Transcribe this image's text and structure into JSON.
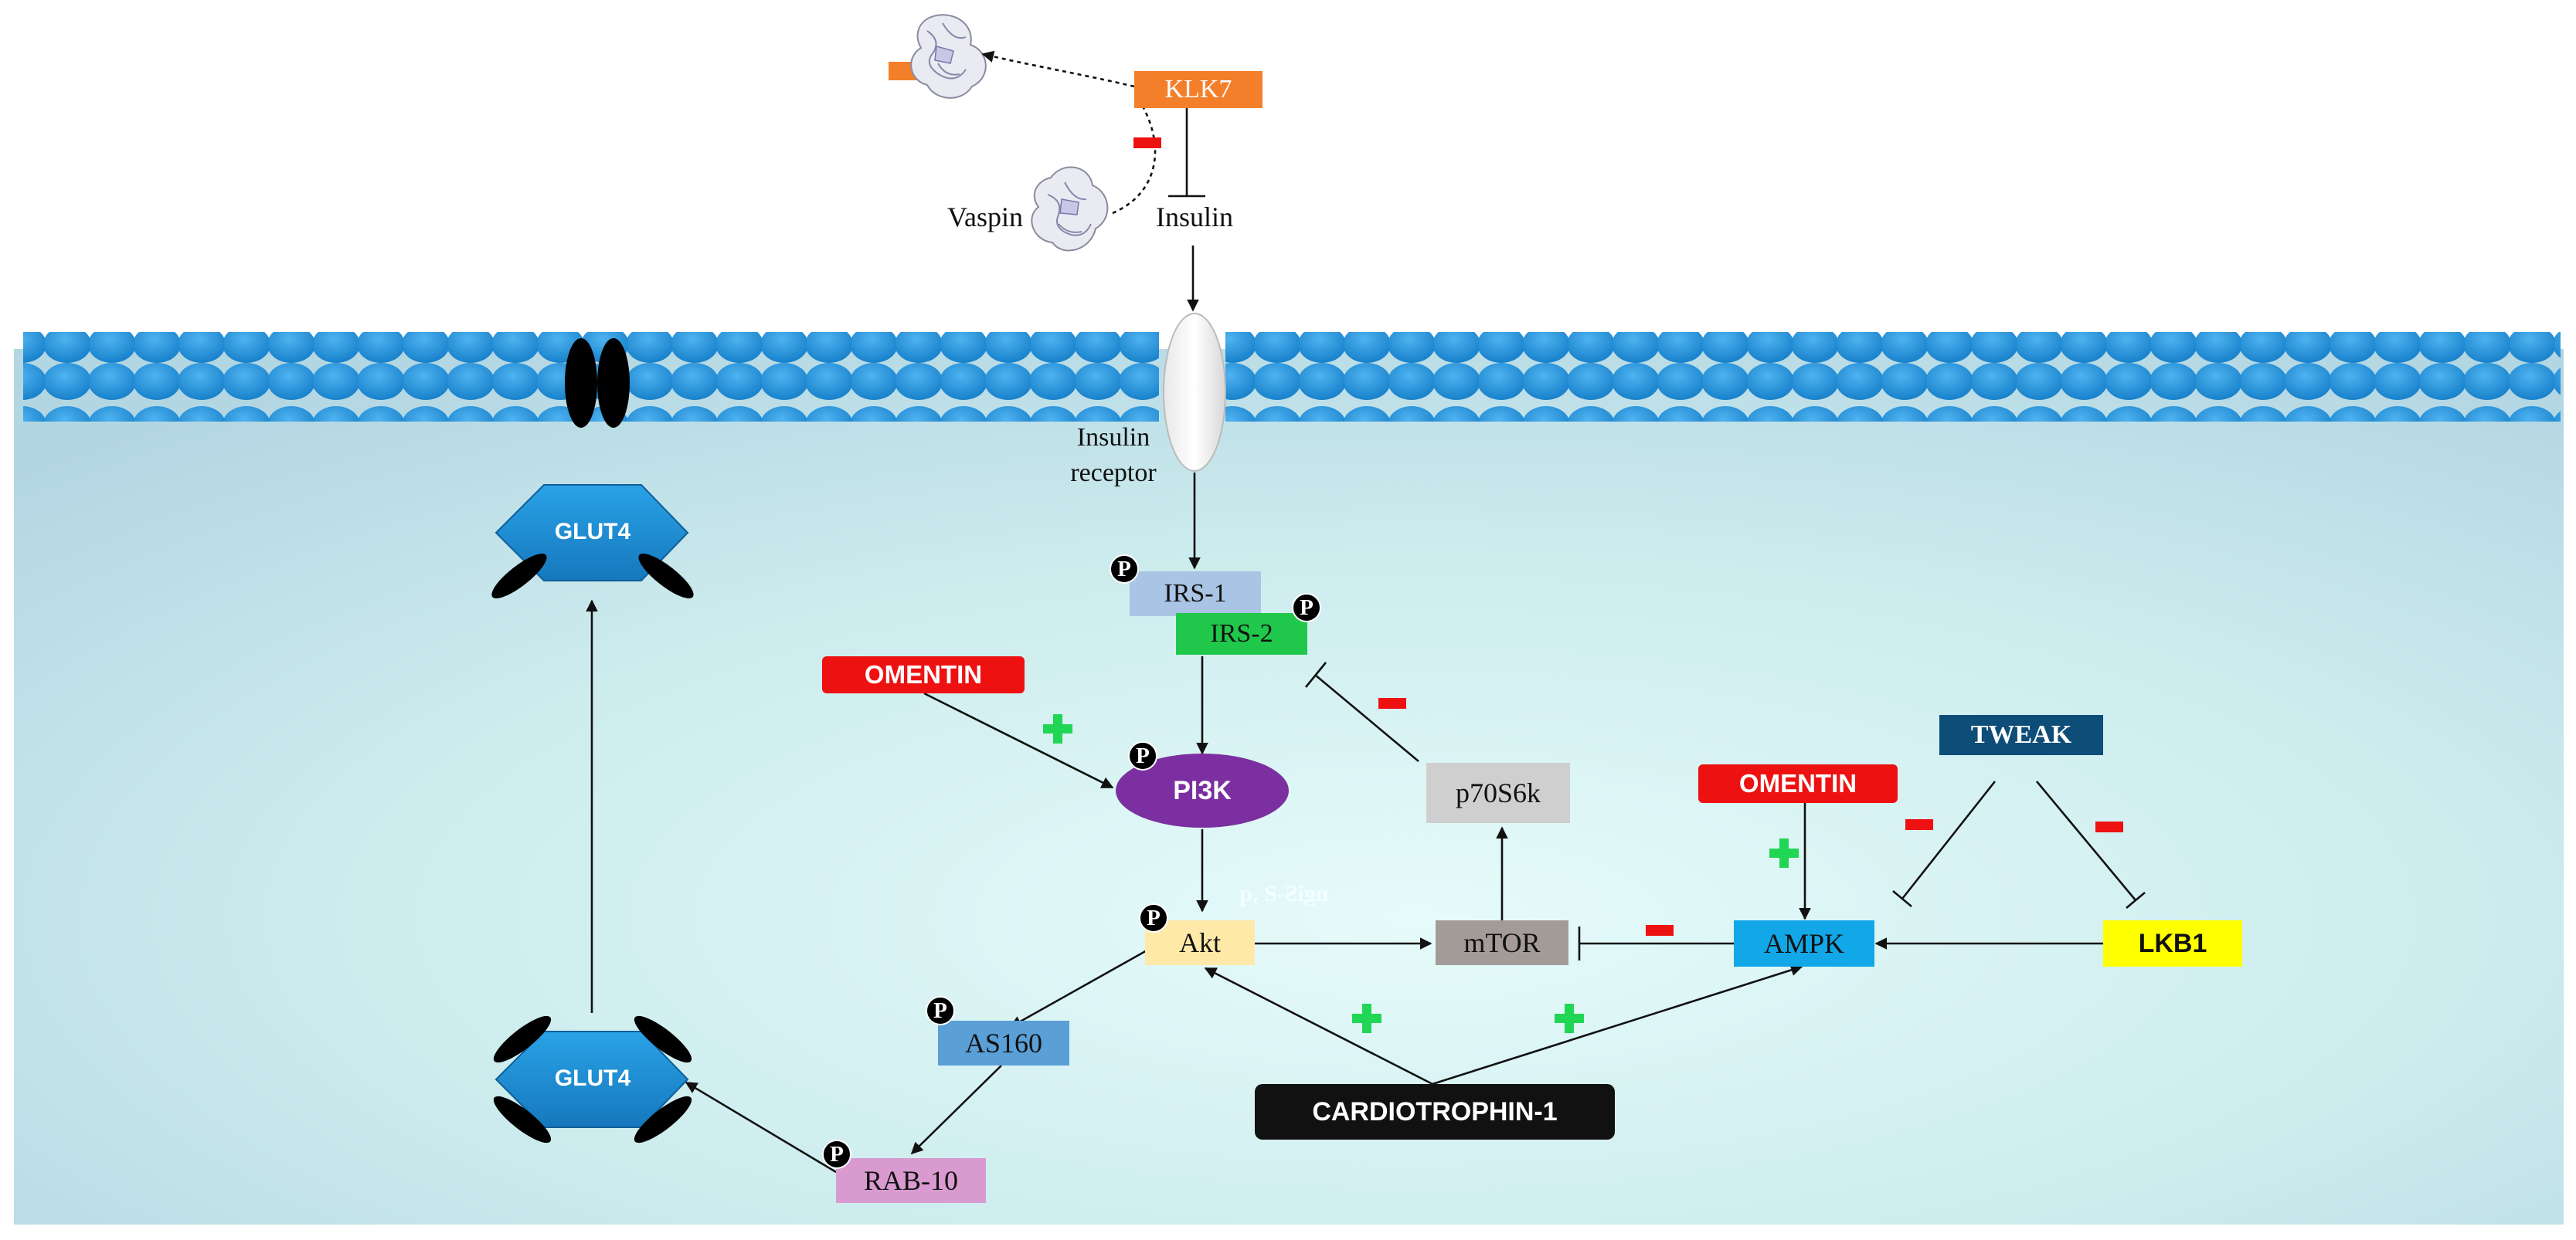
{
  "colors": {
    "membrane_blue": "#1e90d8",
    "cell_bg": "#bfe1ea",
    "klk7": "#f47f2a",
    "irs1": "#a9c4e4",
    "irs2": "#1fc84a",
    "pi3k": "#7b2fa0",
    "omentin": "#ee1111",
    "p70s6k": "#cfcfcf",
    "mtor": "#a39b98",
    "ampk": "#12a7e6",
    "lkb1": "#ffff00",
    "tweak": "#0e4d78",
    "akt": "#ffe9a8",
    "as160": "#5a9fd6",
    "rab10": "#d99ad0",
    "cardiotrophin": "#111111",
    "glut4": "#1b8fd6",
    "inhibit_red": "#ee1111",
    "activate_green": "#22d655"
  },
  "labels": {
    "klk7": "KLK7",
    "vaspin": "Vaspin",
    "insulin": "Insulin",
    "insulin_receptor_line1": "Insulin",
    "insulin_receptor_line2": "receptor",
    "irs1": "IRS-1",
    "irs2": "IRS-2",
    "omentin_left": "OMENTIN",
    "pi3k": "PI3K",
    "p70s6k": "p70S6k",
    "mtor": "mTOR",
    "akt": "Akt",
    "as160": "AS160",
    "rab10": "RAB-10",
    "glut4_top": "GLUT4",
    "glut4_bottom": "GLUT4",
    "omentin_right": "OMENTIN",
    "ampk": "AMPK",
    "tweak": "TWEAK",
    "lkb1": "LKB1",
    "cardiotrophin": "CARDIOTROPHIN-1",
    "phospho": "P",
    "mirror_text": "ngiS-Ƨ ,q"
  },
  "icons": [
    "protein-structure-icon",
    "phosphate-icon",
    "plus-sign-icon",
    "minus-sign-icon",
    "glut4-channel-icon"
  ]
}
